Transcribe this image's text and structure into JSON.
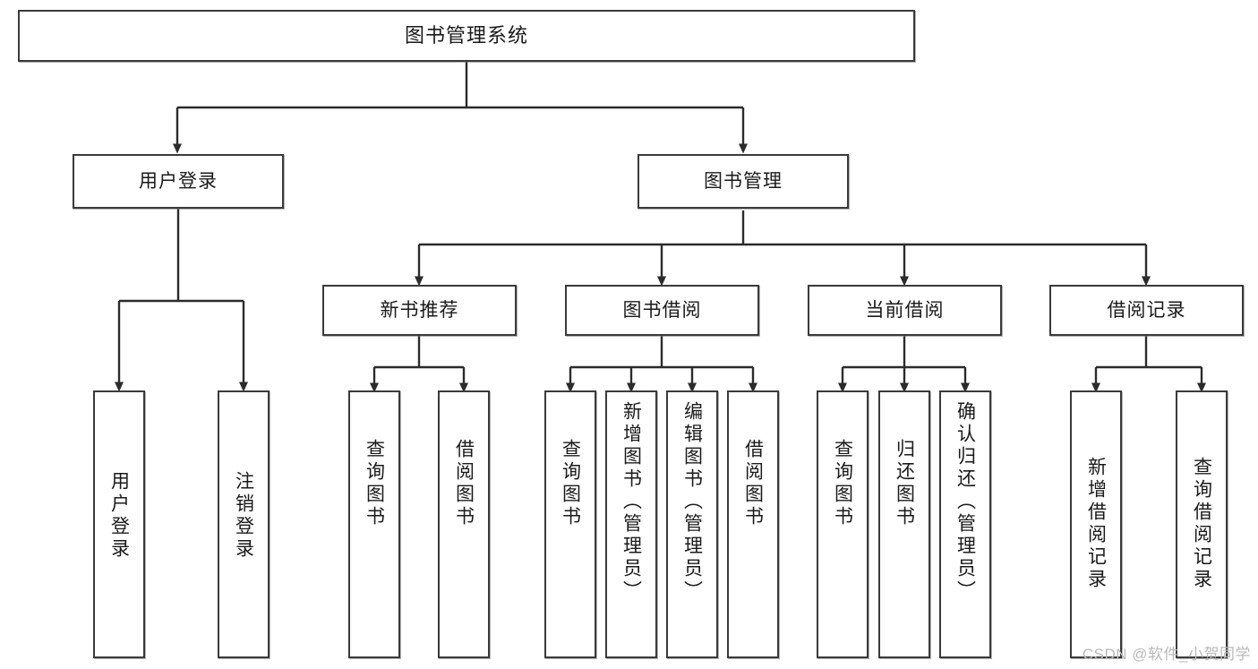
{
  "diagram": {
    "type": "hierarchy-tree",
    "title": "图书管理系统",
    "root": {
      "label": "图书管理系统"
    },
    "level2": [
      {
        "label": "用户登录"
      },
      {
        "label": "图书管理"
      }
    ],
    "level3": [
      {
        "label": "新书推荐"
      },
      {
        "label": "图书借阅"
      },
      {
        "label": "当前借阅"
      },
      {
        "label": "借阅记录"
      }
    ],
    "leaves": {
      "user_login": [
        {
          "label": "用户登录"
        },
        {
          "label": "注销登录"
        }
      ],
      "new_book_recommend": [
        {
          "label": "查询图书"
        },
        {
          "label": "借阅图书"
        }
      ],
      "book_borrow": [
        {
          "label": "查询图书"
        },
        {
          "label": "新增图书（管理员）"
        },
        {
          "label": "编辑图书（管理员）"
        },
        {
          "label": "借阅图书"
        }
      ],
      "current_borrow": [
        {
          "label": "查询图书"
        },
        {
          "label": "归还图书"
        },
        {
          "label": "确认归还（管理员）"
        }
      ],
      "borrow_record": [
        {
          "label": "新增借阅记录"
        },
        {
          "label": "查询借阅记录"
        }
      ]
    }
  },
  "watermark": {
    "text": "CSDN @软件_小贺同学"
  },
  "colors": {
    "box_border": "#3a3a3a",
    "box_fill": "#ffffff",
    "connector": "#2b2b2b",
    "text": "#1a1a1a",
    "watermark": "#b9b9b9"
  }
}
